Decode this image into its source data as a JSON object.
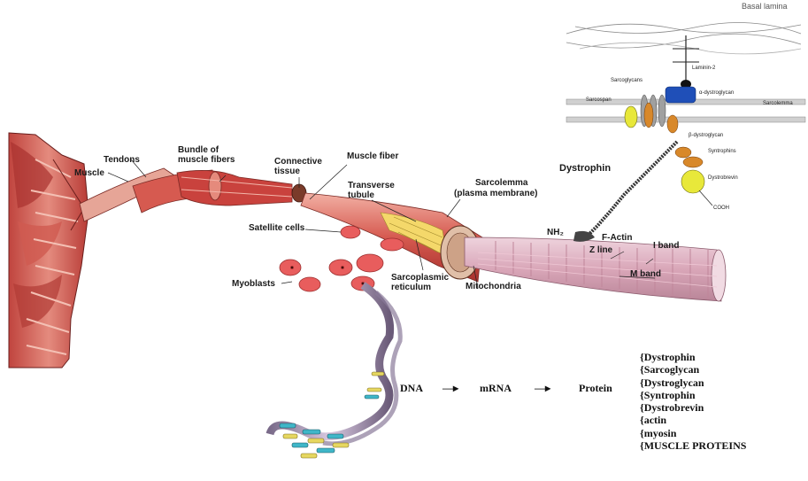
{
  "inset": {
    "basal_lamina": "Basal lamina",
    "laminin": "Laminin-2",
    "sarcoglycans": "Sarcoglycans",
    "alpha_dystroglycan": "α-dystroglycan",
    "sarcospan": "Sarcospan",
    "sarcolemma": "Sarcolemma",
    "beta_dystroglycan": "β-dystroglycan",
    "syntrophins": "Syntrophins",
    "dystrobrevin": "Dystrobrevin",
    "cooh": "COOH",
    "dystrophin": "Dystrophin",
    "nh2": "NH₂",
    "f_actin": "F-Actin"
  },
  "anatomy": {
    "muscle": "Muscle",
    "tendons": "Tendons",
    "bundle": "Bundle of muscle fibers",
    "connective_tissue": "Connective tissue",
    "muscle_fiber": "Muscle fiber",
    "sarcolemma": "Sarcolemma",
    "plasma_membrane": "(plasma membrane)",
    "transverse_tubule": "Transverse tubule",
    "satellite_cells": "Satellite cells",
    "myoblasts": "Myoblasts",
    "sarcoplasmic_reticulum": "Sarcoplasmic reticulum",
    "mitochondria": "Mitochondria",
    "z_line": "Z line",
    "i_band": "I band",
    "m_band": "M band"
  },
  "central_dogma": {
    "dna": "DNA",
    "arrow1": "—▸",
    "mrna": "mRNA",
    "arrow2": "—▸",
    "protein": "Protein"
  },
  "proteins": [
    "{Dystrophin",
    "{Sarcoglycan",
    "{Dystroglycan",
    "{Syntrophin",
    "{Dystrobrevin",
    "{actin",
    "{myosin",
    "{MUSCLE PROTEINS"
  ],
  "colors": {
    "muscle_red": "#c9423d",
    "muscle_light": "#e58a7c",
    "cell_pink": "#e85d5d",
    "membrane_grey": "#9a9a9a",
    "myofibril_pink": "#d9a6b8",
    "dna_teal": "#3fb6c8",
    "dna_yellow": "#e6d760",
    "inset_blue": "#1f4fb8",
    "inset_orange": "#d8882a",
    "inset_yellow": "#e8e83a"
  }
}
